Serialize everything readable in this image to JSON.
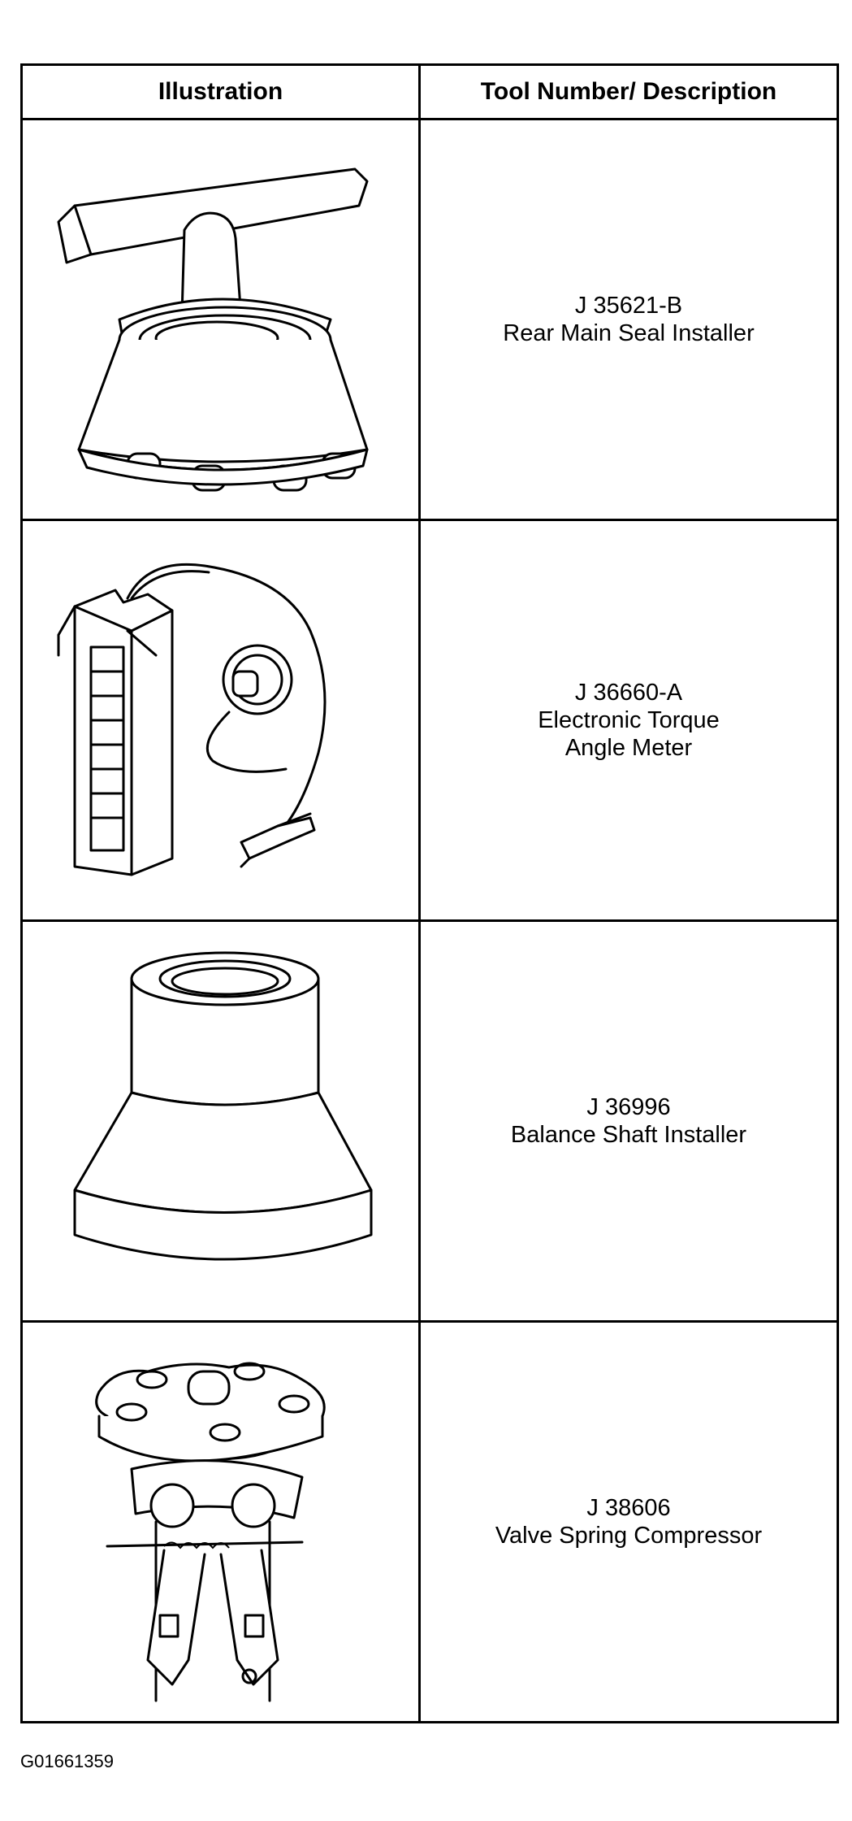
{
  "table": {
    "headers": {
      "illustration": "Illustration",
      "description": "Tool Number/ Description"
    },
    "rows": [
      {
        "tool_number": "J 35621-B",
        "description": [
          "Rear Main Seal Installer"
        ],
        "icon": "rear-main-seal-installer-illustration"
      },
      {
        "tool_number": "J 36660-A",
        "description": [
          "Electronic Torque",
          "Angle Meter"
        ],
        "icon": "electronic-torque-angle-meter-illustration"
      },
      {
        "tool_number": "J 36996",
        "description": [
          "Balance Shaft Installer"
        ],
        "icon": "balance-shaft-installer-illustration"
      },
      {
        "tool_number": "J 38606",
        "description": [
          "Valve Spring Compressor"
        ],
        "icon": "valve-spring-compressor-illustration"
      }
    ]
  },
  "figure_id": "G01661359"
}
